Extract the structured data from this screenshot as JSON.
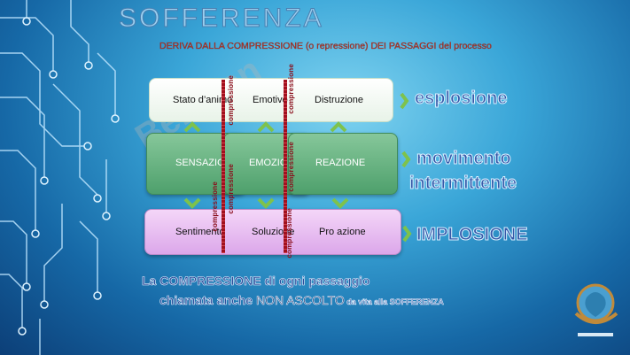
{
  "title": "SOFFERENZA",
  "subtitle": "DERIVA DALLA  COMPRESSIONE (o repressione) DEI PASSAGGI del processo",
  "watermark": "Bensten",
  "rows": [
    {
      "labels": [
        "Stato d’animo",
        "Emotivo",
        "Distruzione"
      ]
    },
    {
      "labels": [
        "SENSAZIONE",
        "EMOZIONE",
        "REAZIONE"
      ]
    },
    {
      "labels": [
        "Sentimento",
        "Soluzione",
        "Pro azione"
      ]
    }
  ],
  "compression_label": "compressione",
  "side_labels": {
    "top": "esplosione",
    "middle_line1": "movimento",
    "middle_line2": "intermittente",
    "bottom": "IMPLOSIONE"
  },
  "footer": {
    "line1": "La COMPRESSIONE di ogni passaggio",
    "line2_a": "chiamata anche ",
    "line2_b": "NON ASCOLTO",
    "line2_c": " da vita alla SOFFERENZA"
  },
  "colors": {
    "accent": "#3558a8",
    "compression": "#8a0f1c",
    "green": "#5aaa75",
    "pink": "#e6b8f0"
  }
}
